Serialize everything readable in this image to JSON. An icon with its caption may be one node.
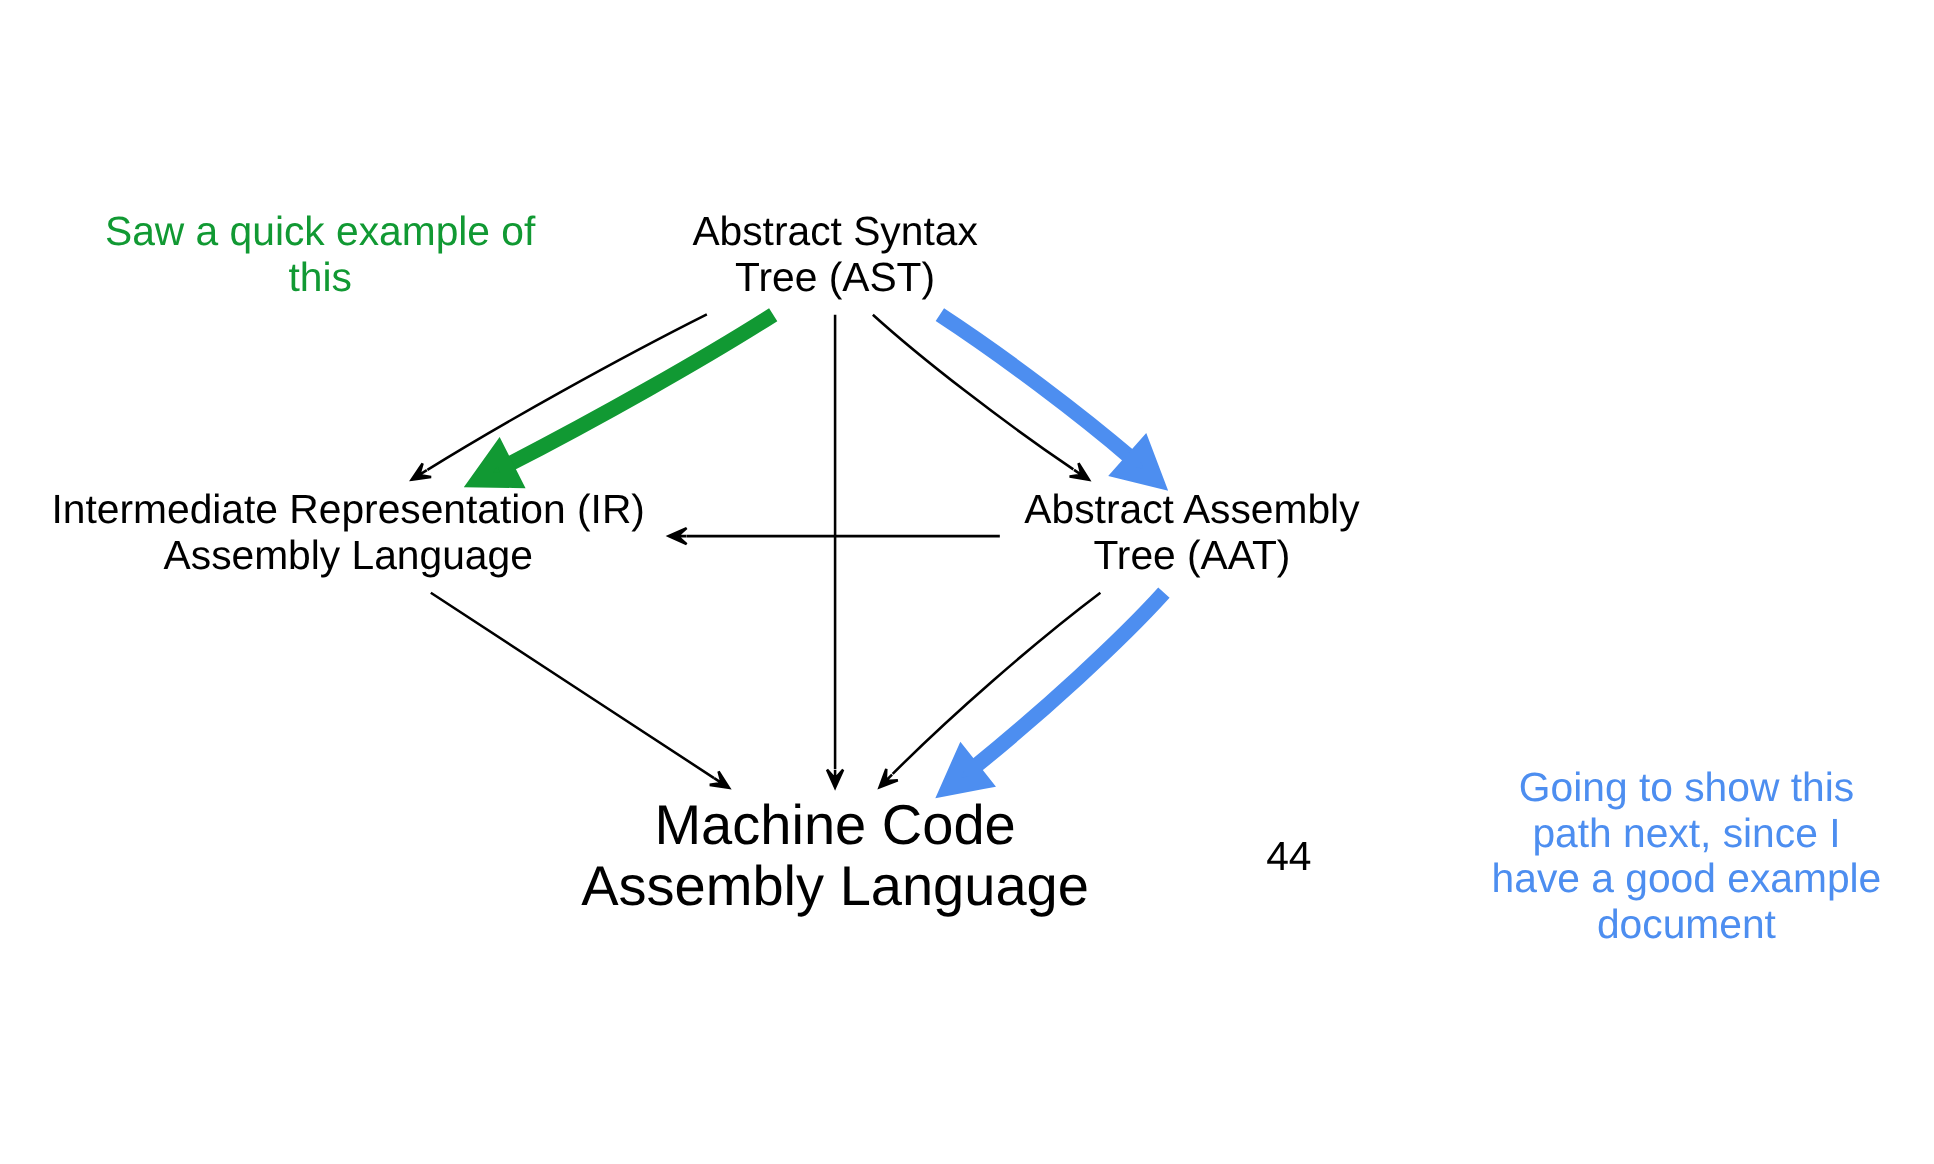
{
  "diagram": {
    "nodes": [
      {
        "text": [
          "Abstract Syntax Tree (AST)"
        ]
      },
      {
        "text": [
          "Intermediate Representation (IR) Assembly Language"
        ]
      },
      {
        "text": [
          "Abstract Assembly Tree (AAT)"
        ]
      },
      {
        "text": [
          "Machine Code Assembly Language"
        ]
      }
    ],
    "edges": [
      {
        "from": 0,
        "to": 1,
        "arrow": "to"
      },
      {
        "from": 0,
        "to": 2,
        "arrow": "to"
      },
      {
        "from": 0,
        "to": 3,
        "arrow": "to"
      },
      {
        "from": 2,
        "to": 1,
        "arrow": "to"
      },
      {
        "from": 1,
        "to": 3,
        "arrow": "to"
      },
      {
        "from": 2,
        "to": 3,
        "arrow": "to"
      },
      {
        "from": 0,
        "to": 1,
        "arrow": "to",
        "style": "thick",
        "color": "#119933"
      },
      {
        "from": 0,
        "to": 2,
        "arrow": "to",
        "style": "thick",
        "color": "#4d8ef0"
      },
      {
        "from": 2,
        "to": 3,
        "arrow": "to",
        "style": "thick",
        "color": "#4d8ef0"
      }
    ],
    "labels": [
      "Saw a quick example of this",
      "Going to show this path next, since I have a good example document",
      "44"
    ]
  }
}
